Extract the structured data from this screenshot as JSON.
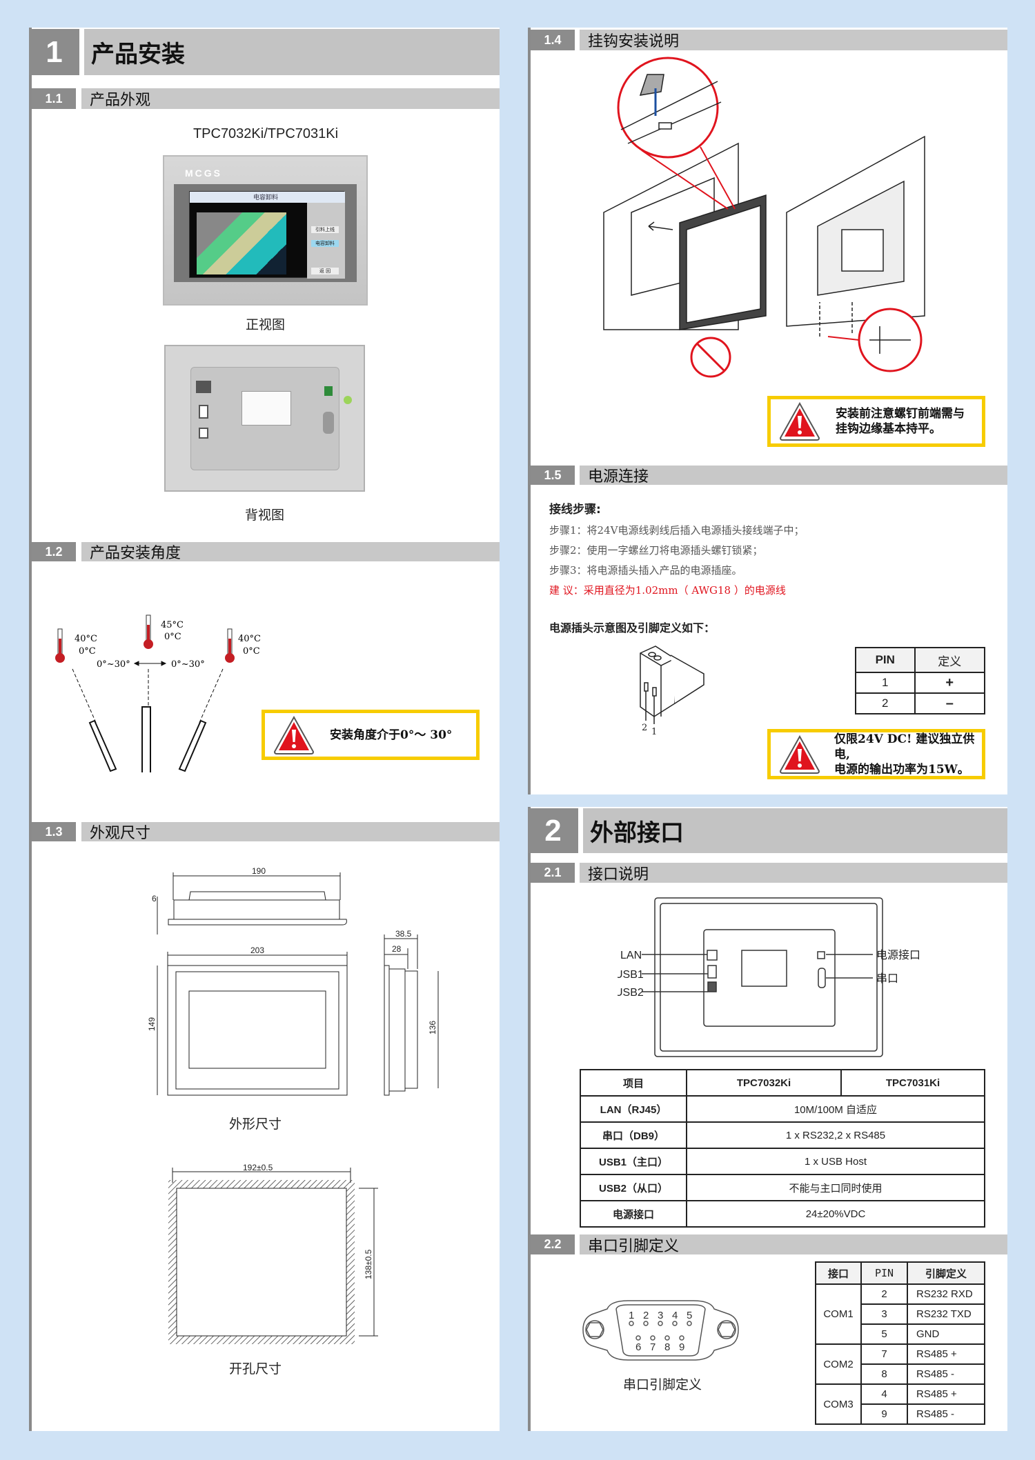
{
  "sec1": {
    "num": "1",
    "title": "产品安装"
  },
  "s11": {
    "num": "1.1",
    "title": "产品外观",
    "model": "TPC7032Ki/TPC7031Ki",
    "front_brand": "MCGS",
    "front_screen_title": "电容卸料",
    "front_buttons": [
      "引料上线",
      "电容卸料",
      "返 回"
    ],
    "front_label": "正视图",
    "back_label": "背视图"
  },
  "s12": {
    "num": "1.2",
    "title": "产品安装角度",
    "left_temp": [
      "40°C",
      "0°C"
    ],
    "mid_temp": [
      "45°C",
      "0°C"
    ],
    "right_temp": [
      "40°C",
      "0°C"
    ],
    "angle_left": "0°~30°",
    "angle_right": "0°~30°",
    "warning": "安装角度介于0°～ 30°"
  },
  "s13": {
    "num": "1.3",
    "title": "外观尺寸",
    "dims": {
      "top_width": "190",
      "thickness": "6",
      "front_width": "203",
      "front_height": "149",
      "side_depth": "38.5",
      "side_depth2": "28",
      "side_height": "136"
    },
    "outline_label": "外形尺寸",
    "cut_width": "192±0.5",
    "cut_height": "138±0.5",
    "cutout_label": "开孔尺寸"
  },
  "s14": {
    "num": "1.4",
    "title": "挂钩安装说明",
    "warning": [
      "安装前注意螺钉前端需与",
      "挂钩边缘基本持平。"
    ]
  },
  "s15": {
    "num": "1.5",
    "title": "电源连接",
    "steps_title": "接线步骤:",
    "steps": [
      "步骤1：将24V电源线剥线后插入电源插头接线端子中；",
      "步骤2：使用一字螺丝刀将电源插头螺钉锁紧；",
      "步骤3：将电源插头插入产品的电源插座。"
    ],
    "advice": "建 议：采用直径为1.02mm（ AWG18 ）的电源线",
    "diagram_title": "电源插头示意图及引脚定义如下：",
    "pin_labels": [
      "2",
      "1"
    ],
    "pin_table": {
      "headers": [
        "PIN",
        "定义"
      ],
      "rows": [
        [
          "1",
          "+"
        ],
        [
          "2",
          "–"
        ]
      ]
    },
    "warning": [
      "仅限24V DC! 建议独立供电,",
      "电源的输出功率为15W。"
    ]
  },
  "sec2": {
    "num": "2",
    "title": "外部接口"
  },
  "s21": {
    "num": "2.1",
    "title": "接口说明",
    "callouts": {
      "lan": "LAN",
      "usb1": "USB1",
      "usb2": "USB2",
      "power": "电源接口",
      "serial": "串口"
    },
    "table": {
      "headers": [
        "项目",
        "TPC7032Ki",
        "TPC7031Ki"
      ],
      "rows": [
        [
          "LAN（RJ45）",
          "10M/100M 自适应"
        ],
        [
          "串口（DB9）",
          "1 x RS232,2 x RS485"
        ],
        [
          "USB1（主口）",
          "1 x USB Host"
        ],
        [
          "USB2（从口）",
          "不能与主口同时使用"
        ],
        [
          "电源接口",
          "24±20%VDC"
        ]
      ]
    }
  },
  "s22": {
    "num": "2.2",
    "title": "串口引脚定义",
    "pins_top": [
      "1",
      "2",
      "3",
      "4",
      "5"
    ],
    "pins_bottom": [
      "6",
      "7",
      "8",
      "9"
    ],
    "diagram_label": "串口引脚定义",
    "table": {
      "headers": [
        "接口",
        "PIN",
        "引脚定义"
      ],
      "groups": [
        {
          "port": "COM1",
          "pins": [
            [
              "2",
              "RS232 RXD"
            ],
            [
              "3",
              "RS232 TXD"
            ],
            [
              "5",
              "GND"
            ]
          ]
        },
        {
          "port": "COM2",
          "pins": [
            [
              "7",
              "RS485 +"
            ],
            [
              "8",
              "RS485 -"
            ]
          ]
        },
        {
          "port": "COM3",
          "pins": [
            [
              "4",
              "RS485 +"
            ],
            [
              "9",
              "RS485 -"
            ]
          ]
        }
      ]
    }
  },
  "colors": {
    "page_bg": "#cfe2f5",
    "header_dark": "#8c8c8c",
    "header_light": "#c3c3c3",
    "warning_border": "#f7cc00",
    "warning_red": "#e0141e",
    "advice_red": "#e0141e"
  }
}
